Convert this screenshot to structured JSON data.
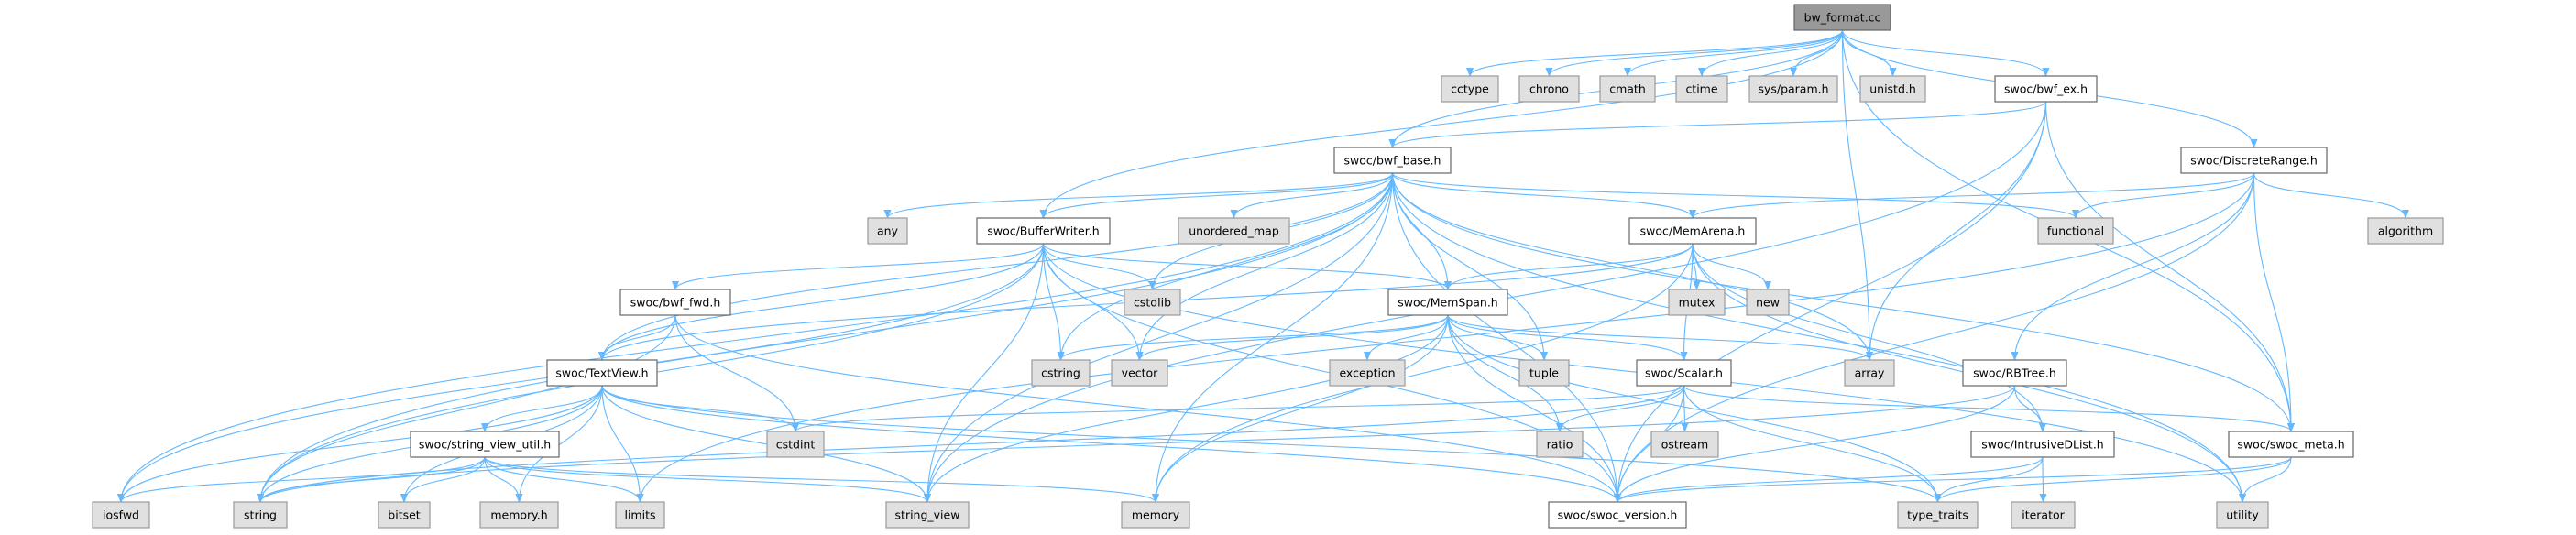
{
  "graph_title": "bw_format.cc",
  "colors": {
    "edge": "#63b8ff",
    "root_fill": "#999999",
    "project_fill": "#ffffff",
    "system_fill": "#e0e0e0"
  },
  "nodes": [
    {
      "id": "root",
      "label": "bw_format.cc",
      "kind": "root"
    },
    {
      "id": "cctype",
      "label": "cctype",
      "kind": "sys"
    },
    {
      "id": "chrono",
      "label": "chrono",
      "kind": "sys"
    },
    {
      "id": "cmath",
      "label": "cmath",
      "kind": "sys"
    },
    {
      "id": "ctime",
      "label": "ctime",
      "kind": "sys"
    },
    {
      "id": "sysparam",
      "label": "sys/param.h",
      "kind": "sys"
    },
    {
      "id": "unistd",
      "label": "unistd.h",
      "kind": "sys"
    },
    {
      "id": "bwf_ex",
      "label": "swoc/bwf_ex.h",
      "kind": "proj"
    },
    {
      "id": "bwf_base",
      "label": "swoc/bwf_base.h",
      "kind": "proj"
    },
    {
      "id": "discrete",
      "label": "swoc/DiscreteRange.h",
      "kind": "proj"
    },
    {
      "id": "any",
      "label": "any",
      "kind": "sys"
    },
    {
      "id": "bufwriter",
      "label": "swoc/BufferWriter.h",
      "kind": "proj"
    },
    {
      "id": "unordered_map",
      "label": "unordered_map",
      "kind": "sys"
    },
    {
      "id": "memarena",
      "label": "swoc/MemArena.h",
      "kind": "proj"
    },
    {
      "id": "functional",
      "label": "functional",
      "kind": "sys"
    },
    {
      "id": "algorithm",
      "label": "algorithm",
      "kind": "sys"
    },
    {
      "id": "bwf_fwd",
      "label": "swoc/bwf_fwd.h",
      "kind": "proj"
    },
    {
      "id": "cstdlib",
      "label": "cstdlib",
      "kind": "sys"
    },
    {
      "id": "memspan",
      "label": "swoc/MemSpan.h",
      "kind": "proj"
    },
    {
      "id": "mutex",
      "label": "mutex",
      "kind": "sys"
    },
    {
      "id": "new",
      "label": "new",
      "kind": "sys"
    },
    {
      "id": "textview",
      "label": "swoc/TextView.h",
      "kind": "proj"
    },
    {
      "id": "cstring",
      "label": "cstring",
      "kind": "sys"
    },
    {
      "id": "vector",
      "label": "vector",
      "kind": "sys"
    },
    {
      "id": "exception",
      "label": "exception",
      "kind": "sys"
    },
    {
      "id": "tuple",
      "label": "tuple",
      "kind": "sys"
    },
    {
      "id": "scalar",
      "label": "swoc/Scalar.h",
      "kind": "proj"
    },
    {
      "id": "array",
      "label": "array",
      "kind": "sys"
    },
    {
      "id": "rbtree",
      "label": "swoc/RBTree.h",
      "kind": "proj"
    },
    {
      "id": "svutil",
      "label": "swoc/string_view_util.h",
      "kind": "proj"
    },
    {
      "id": "cstdint",
      "label": "cstdint",
      "kind": "sys"
    },
    {
      "id": "ratio",
      "label": "ratio",
      "kind": "sys"
    },
    {
      "id": "ostream",
      "label": "ostream",
      "kind": "sys"
    },
    {
      "id": "idlist",
      "label": "swoc/IntrusiveDList.h",
      "kind": "proj"
    },
    {
      "id": "swoc_meta",
      "label": "swoc/swoc_meta.h",
      "kind": "proj"
    },
    {
      "id": "iosfwd",
      "label": "iosfwd",
      "kind": "sys"
    },
    {
      "id": "string",
      "label": "string",
      "kind": "sys"
    },
    {
      "id": "bitset",
      "label": "bitset",
      "kind": "sys"
    },
    {
      "id": "memory_h",
      "label": "memory.h",
      "kind": "sys"
    },
    {
      "id": "limits",
      "label": "limits",
      "kind": "sys"
    },
    {
      "id": "string_view",
      "label": "string_view",
      "kind": "sys"
    },
    {
      "id": "memory",
      "label": "memory",
      "kind": "sys"
    },
    {
      "id": "swoc_version",
      "label": "swoc/swoc_version.h",
      "kind": "proj"
    },
    {
      "id": "type_traits",
      "label": "type_traits",
      "kind": "sys"
    },
    {
      "id": "iterator",
      "label": "iterator",
      "kind": "sys"
    },
    {
      "id": "utility",
      "label": "utility",
      "kind": "sys"
    }
  ],
  "edges": [
    [
      "root",
      "cctype"
    ],
    [
      "root",
      "chrono"
    ],
    [
      "root",
      "cmath"
    ],
    [
      "root",
      "ctime"
    ],
    [
      "root",
      "sysparam"
    ],
    [
      "root",
      "unistd"
    ],
    [
      "root",
      "bwf_ex"
    ],
    [
      "root",
      "bwf_base"
    ],
    [
      "root",
      "bufwriter"
    ],
    [
      "root",
      "discrete"
    ],
    [
      "root",
      "swoc_meta"
    ],
    [
      "root",
      "array"
    ],
    [
      "bwf_ex",
      "bwf_base"
    ],
    [
      "bwf_ex",
      "string_view"
    ],
    [
      "bwf_ex",
      "swoc_version"
    ],
    [
      "bwf_ex",
      "array"
    ],
    [
      "bwf_ex",
      "swoc_meta"
    ],
    [
      "bwf_base",
      "any"
    ],
    [
      "bwf_base",
      "bufwriter"
    ],
    [
      "bwf_base",
      "unordered_map"
    ],
    [
      "bwf_base",
      "cstdlib"
    ],
    [
      "bwf_base",
      "memarena"
    ],
    [
      "bwf_base",
      "memspan"
    ],
    [
      "bwf_base",
      "cstring"
    ],
    [
      "bwf_base",
      "vector"
    ],
    [
      "bwf_base",
      "tuple"
    ],
    [
      "bwf_base",
      "array"
    ],
    [
      "bwf_base",
      "functional"
    ],
    [
      "bwf_base",
      "swoc_meta"
    ],
    [
      "bwf_base",
      "swoc_version"
    ],
    [
      "bwf_base",
      "utility"
    ],
    [
      "bwf_base",
      "textview"
    ],
    [
      "bwf_base",
      "iosfwd"
    ],
    [
      "bwf_base",
      "string"
    ],
    [
      "bwf_base",
      "string_view"
    ],
    [
      "bwf_base",
      "memory"
    ],
    [
      "discrete",
      "memarena"
    ],
    [
      "discrete",
      "functional"
    ],
    [
      "discrete",
      "algorithm"
    ],
    [
      "discrete",
      "rbtree"
    ],
    [
      "discrete",
      "swoc_meta"
    ],
    [
      "discrete",
      "swoc_version"
    ],
    [
      "discrete",
      "limits"
    ],
    [
      "bufwriter",
      "bwf_fwd"
    ],
    [
      "bufwriter",
      "textview"
    ],
    [
      "bufwriter",
      "iosfwd"
    ],
    [
      "bufwriter",
      "string"
    ],
    [
      "bufwriter",
      "cstdlib"
    ],
    [
      "bufwriter",
      "cstring"
    ],
    [
      "bufwriter",
      "vector"
    ],
    [
      "bufwriter",
      "string_view"
    ],
    [
      "bufwriter",
      "memspan"
    ],
    [
      "bufwriter",
      "swoc_version"
    ],
    [
      "bufwriter",
      "utility"
    ],
    [
      "bwf_fwd",
      "textview"
    ],
    [
      "bwf_fwd",
      "string"
    ],
    [
      "bwf_fwd",
      "cstdint"
    ],
    [
      "bwf_fwd",
      "swoc_version"
    ],
    [
      "memarena",
      "memspan"
    ],
    [
      "memarena",
      "mutex"
    ],
    [
      "memarena",
      "new"
    ],
    [
      "memarena",
      "scalar"
    ],
    [
      "memarena",
      "idlist"
    ],
    [
      "memarena",
      "textview"
    ],
    [
      "memarena",
      "memory"
    ],
    [
      "memarena",
      "utility"
    ],
    [
      "memspan",
      "cstring"
    ],
    [
      "memspan",
      "vector"
    ],
    [
      "memspan",
      "exception"
    ],
    [
      "memspan",
      "tuple"
    ],
    [
      "memspan",
      "ratio"
    ],
    [
      "memspan",
      "scalar"
    ],
    [
      "memspan",
      "array"
    ],
    [
      "memspan",
      "string_view"
    ],
    [
      "memspan",
      "memory"
    ],
    [
      "memspan",
      "swoc_version"
    ],
    [
      "memspan",
      "type_traits"
    ],
    [
      "scalar",
      "ratio"
    ],
    [
      "scalar",
      "ostream"
    ],
    [
      "scalar",
      "swoc_version"
    ],
    [
      "scalar",
      "cstdint"
    ],
    [
      "scalar",
      "string"
    ],
    [
      "scalar",
      "swoc_meta"
    ],
    [
      "scalar",
      "type_traits"
    ],
    [
      "textview",
      "iosfwd"
    ],
    [
      "textview",
      "string"
    ],
    [
      "textview",
      "bitset"
    ],
    [
      "textview",
      "svutil"
    ],
    [
      "textview",
      "memory_h"
    ],
    [
      "textview",
      "limits"
    ],
    [
      "textview",
      "string_view"
    ],
    [
      "textview",
      "cstdint"
    ],
    [
      "textview",
      "swoc_version"
    ],
    [
      "textview",
      "type_traits"
    ],
    [
      "svutil",
      "iosfwd"
    ],
    [
      "svutil",
      "string"
    ],
    [
      "svutil",
      "bitset"
    ],
    [
      "svutil",
      "memory_h"
    ],
    [
      "svutil",
      "limits"
    ],
    [
      "svutil",
      "string_view"
    ],
    [
      "svutil",
      "memory"
    ],
    [
      "rbtree",
      "idlist"
    ],
    [
      "rbtree",
      "swoc_version"
    ],
    [
      "rbtree",
      "string"
    ],
    [
      "idlist",
      "type_traits"
    ],
    [
      "idlist",
      "iterator"
    ],
    [
      "idlist",
      "swoc_version"
    ],
    [
      "swoc_meta",
      "utility"
    ],
    [
      "swoc_meta",
      "type_traits"
    ],
    [
      "swoc_meta",
      "swoc_version"
    ]
  ]
}
